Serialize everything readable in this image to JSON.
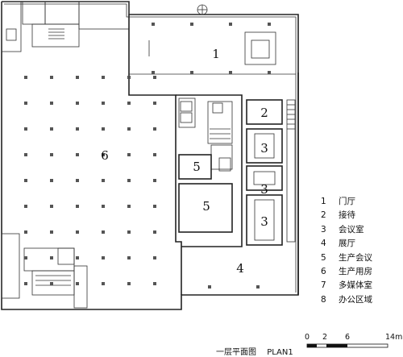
{
  "rooms": [
    {
      "num": "1"
    },
    {
      "num": "2"
    },
    {
      "num": "3"
    },
    {
      "num": "3"
    },
    {
      "num": "3"
    },
    {
      "num": "4"
    },
    {
      "num": "5"
    },
    {
      "num": "5"
    },
    {
      "num": "6"
    }
  ],
  "legend": [
    {
      "num": "1",
      "label": "门厅"
    },
    {
      "num": "2",
      "label": "接待"
    },
    {
      "num": "3",
      "label": "会议室"
    },
    {
      "num": "4",
      "label": "展厅"
    },
    {
      "num": "5",
      "label": "生产会议"
    },
    {
      "num": "6",
      "label": "生产用房"
    },
    {
      "num": "7",
      "label": "多媒体室"
    },
    {
      "num": "8",
      "label": "办公区域"
    }
  ],
  "caption": {
    "title_cn": "一层平面图",
    "title_en": "PLAN1"
  },
  "scale": {
    "ticks": [
      "0",
      "2",
      "6",
      "14m"
    ]
  }
}
